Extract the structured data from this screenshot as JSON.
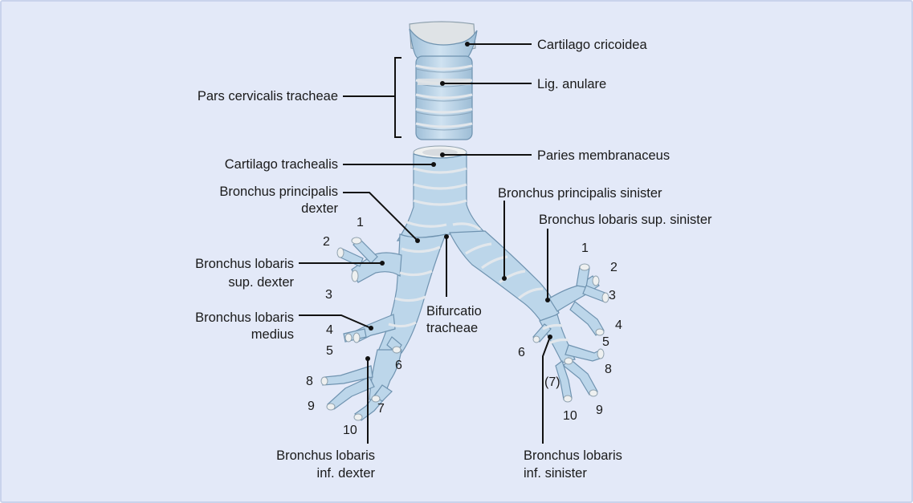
{
  "colors": {
    "background": "#e3e9f8",
    "border": "#c9d3ec",
    "tube": "#bcd6ea",
    "tube_edge": "#6f93b0",
    "cartilage_ring": "#e2e7ec",
    "text": "#1a1a1a"
  },
  "labels": {
    "cartilago_cricoidea": "Cartilago cricoidea",
    "lig_anulare": "Lig. anulare",
    "pars_cervicalis": "Pars cervicalis tracheae",
    "paries_membranaceus": "Paries membranaceus",
    "cartilago_trachealis": "Cartilago trachealis",
    "bronchus_principalis_dexter": [
      "Bronchus principalis",
      "dexter"
    ],
    "bronchus_principalis_sinister": "Bronchus principalis sinister",
    "bronchus_lobaris_sup_sinister": "Bronchus lobaris sup. sinister",
    "bronchus_lobaris_sup_dexter": [
      "Bronchus lobaris",
      "sup. dexter"
    ],
    "bronchus_lobaris_medius": [
      "Bronchus lobaris",
      "medius"
    ],
    "bifurcatio_tracheae": [
      "Bifurcatio",
      "tracheae"
    ],
    "bronchus_lobaris_inf_dexter": [
      "Bronchus lobaris",
      "inf. dexter"
    ],
    "bronchus_lobaris_inf_sinister": [
      "Bronchus lobaris",
      "inf. sinister"
    ]
  },
  "segments": {
    "right": [
      "1",
      "2",
      "3",
      "4",
      "5",
      "6",
      "7",
      "8",
      "9",
      "10"
    ],
    "left": [
      "1",
      "2",
      "3",
      "4",
      "5",
      "6",
      "(7)",
      "8",
      "9",
      "10"
    ]
  }
}
